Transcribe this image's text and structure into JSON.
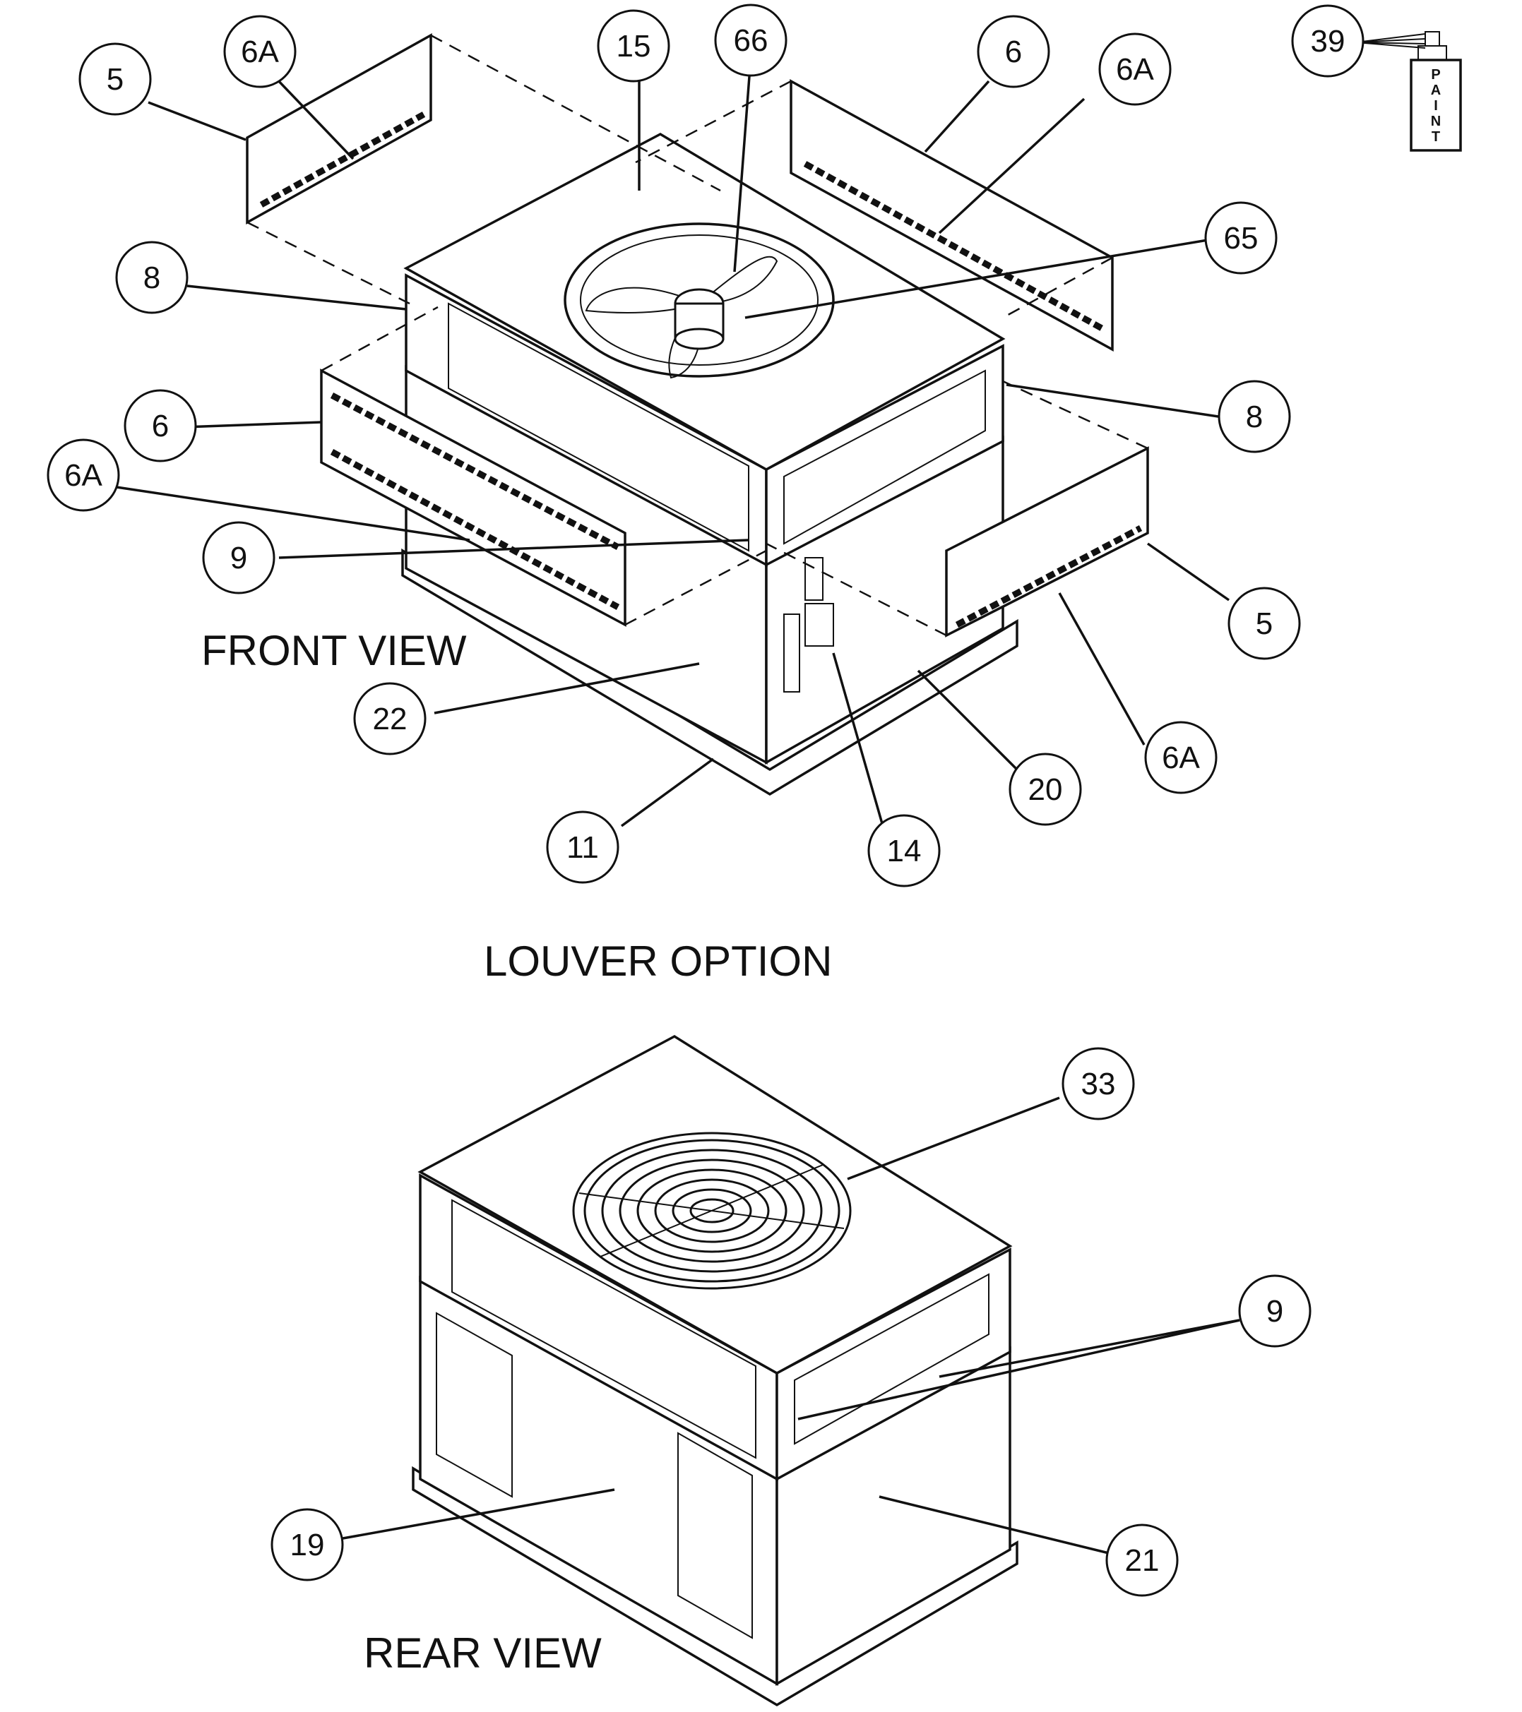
{
  "labels": {
    "front_view": "FRONT VIEW",
    "louver_option": "LOUVER OPTION",
    "rear_view": "REAR VIEW",
    "paint_can": "PAINT"
  },
  "callouts": {
    "c5_left": "5",
    "c6a_top_left": "6A",
    "c15": "15",
    "c66": "66",
    "c6_top_right": "6",
    "c6a_top_right": "6A",
    "c39": "39",
    "c8_left": "8",
    "c65": "65",
    "c6_left": "6",
    "c8_right": "8",
    "c6a_left": "6A",
    "c9_front": "9",
    "c5_right": "5",
    "c22": "22",
    "c6a_right": "6A",
    "c20": "20",
    "c11": "11",
    "c14": "14",
    "c33": "33",
    "c9_rear": "9",
    "c19": "19",
    "c21": "21"
  },
  "icons": {
    "paint_can": "spray-paint-can-icon",
    "fan": "condenser-fan-icon",
    "fan_guard": "fan-guard-grille-icon"
  }
}
